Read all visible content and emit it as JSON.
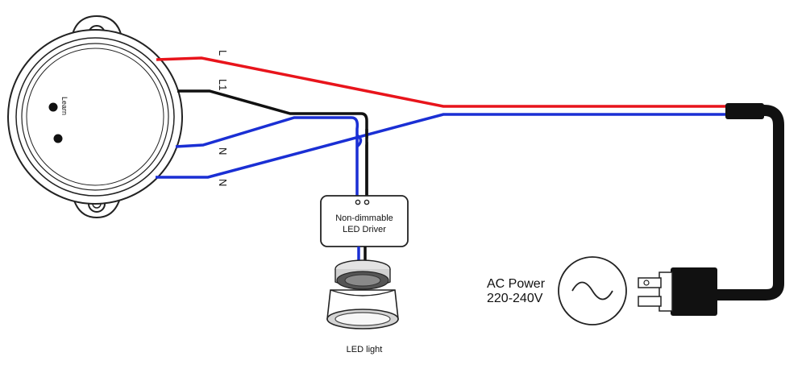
{
  "wire_labels": {
    "live_in": "L",
    "live_out": "L1",
    "neutral_1": "N",
    "neutral_2": "N"
  },
  "controller": {
    "learn_label": "Learn"
  },
  "driver": {
    "line1": "Non-dimmable",
    "line2": "LED Driver"
  },
  "light": {
    "label": "LED light"
  },
  "power": {
    "line1": "AC Power",
    "line2": "220-240V"
  },
  "colors": {
    "live": "#e8141b",
    "neutral": "#1a2fd4",
    "switched": "#111111",
    "cable": "#111111"
  }
}
